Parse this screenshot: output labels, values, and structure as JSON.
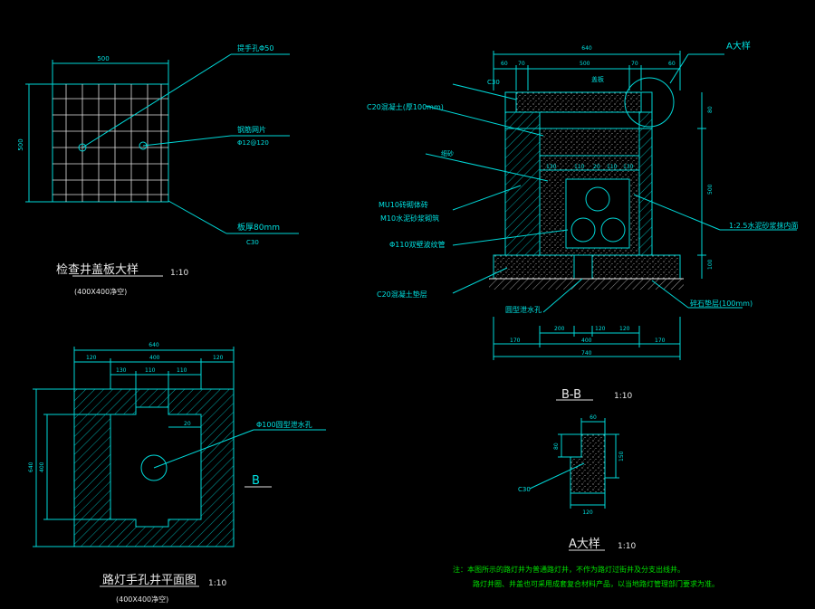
{
  "colors": {
    "bg": "#000000",
    "cyan": "#00e0e0",
    "green": "#00e000",
    "white": "#e8e8e8",
    "line": "#00d8d8"
  },
  "cover": {
    "dim_top": "500",
    "dim_left": "500",
    "label_handhole": "提手孔Φ50",
    "label_rebar": "钢筋网片",
    "label_rebar_spec": "Φ12@120",
    "label_thickness": "板厚80mm",
    "label_grade": "C30",
    "title": "检查井盖板大样",
    "scale": "1:10",
    "sub": "(400X400净空)"
  },
  "section": {
    "dim_top_total": "640",
    "dim_top_parts": [
      "60",
      "70",
      "500",
      "70",
      "60"
    ],
    "label_c30": "C30",
    "label_cover": "盖板",
    "label_a_detail": "A大样",
    "label_c20_top": "C20混凝土(厚100mm)",
    "label_sand": "细砂",
    "label_mu10": "MU10砖砌体砖",
    "label_m10": "M10水泥砂浆砌筑",
    "label_pipe": "Φ110双壁波纹管",
    "label_c20_base": "C20混凝土垫层",
    "label_drain": "圆型泄水孔",
    "label_gravel": "碎石垫层(100mm)",
    "label_plaster": "1:2.5水泥砂浆抹内面",
    "dim_inner": [
      "130",
      "110",
      "20",
      "110",
      "130"
    ],
    "dim_right": [
      "80",
      "500",
      "100"
    ],
    "dim_bottom_row1": [
      "200",
      "120",
      "120"
    ],
    "dim_bottom_row2": [
      "170",
      "400",
      "170"
    ],
    "dim_bottom_total": "740",
    "title": "B-B",
    "scale": "1:10"
  },
  "plan": {
    "dim_top_total": "640",
    "dim_top_row": [
      "120",
      "400",
      "120"
    ],
    "dim_top_inner": [
      "130",
      "110",
      "110"
    ],
    "dim_left_total": "640",
    "dim_left_inner": "400",
    "dim_small": "20",
    "label_hole": "Φ100圆型泄水孔",
    "label_b": "B",
    "title": "路灯手孔井平面图",
    "scale": "1:10",
    "sub": "(400X400净空)"
  },
  "adetail": {
    "dim_top": "60",
    "dim_left": "80",
    "dim_right": "150",
    "dim_bottom": "120",
    "label_c30": "C30",
    "title": "A大样",
    "scale": "1:10"
  },
  "note": {
    "line1": "注：本图所示的路灯井为普通路灯井，不作为路灯过街井及分支出线井。",
    "line2": "路灯井圈、井盖也可采用成套复合材料产品，以当地路灯管理部门要求为准。"
  }
}
